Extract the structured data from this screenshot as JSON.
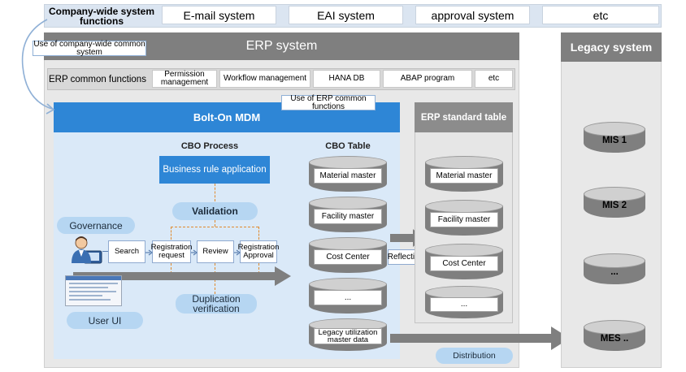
{
  "top": {
    "label": "Company-wide system functions",
    "items": [
      "E-mail system",
      "EAI system",
      "approval system",
      "etc"
    ]
  },
  "erp": {
    "title": "ERP system",
    "note_common": "Use of company-wide common system",
    "common_label": "ERP common functions",
    "common_items": [
      "Permission management",
      "Workflow management",
      "HANA DB",
      "ABAP program",
      "etc"
    ],
    "note_erp_common": "Use of ERP common functions"
  },
  "mdm": {
    "title": "Bolt-On MDM",
    "process_title": "CBO Process",
    "rule_box": "Business rule application",
    "validation": "Validation",
    "governance": "Governance",
    "steps": [
      "Search",
      "Registration request",
      "Review",
      "Registration Approval"
    ],
    "duplication": "Duplication verification",
    "user_ui": "User UI"
  },
  "cbo": {
    "title": "CBO Table",
    "items": [
      "Material master",
      "Facility master",
      "Cost Center",
      "...",
      "Legacy utilization master data"
    ]
  },
  "reflection": "Reflection",
  "std": {
    "title": "ERP standard table",
    "items": [
      "Material master",
      "Facility master",
      "Cost Center",
      "..."
    ]
  },
  "legacy": {
    "title": "Legacy system",
    "items": [
      "MIS 1",
      "MIS 2",
      "...",
      "MES .."
    ]
  },
  "distribution": "Distribution",
  "colors": {
    "accent": "#2e86d6",
    "header_gray": "#7f7f7f",
    "pill": "#b6d6f2",
    "dashed": "#e08a2e"
  }
}
